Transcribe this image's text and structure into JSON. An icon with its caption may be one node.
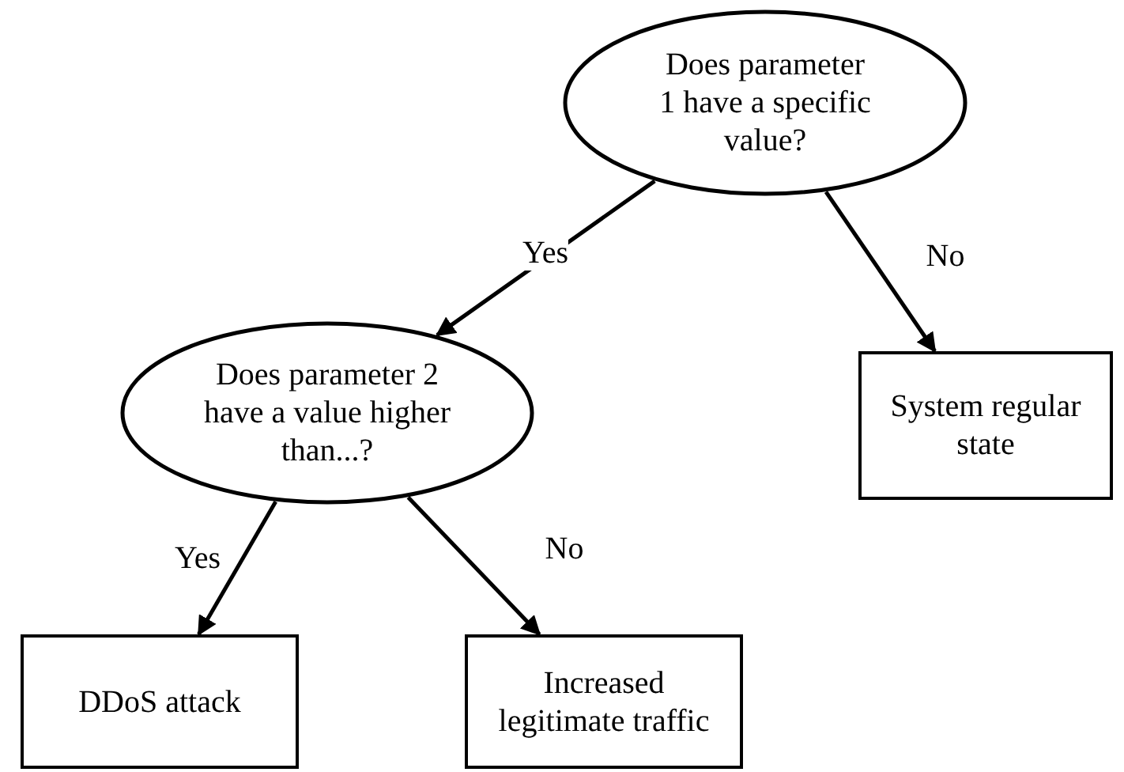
{
  "diagram": {
    "nodes": [
      {
        "text": [
          "Does parameter 1 have a specific value?"
        ]
      },
      {
        "text": [
          "Does parameter 2 have a value higher than...?"
        ]
      },
      {
        "text": [
          "System regular state"
        ]
      },
      {
        "text": [
          "DDoS attack"
        ]
      },
      {
        "text": [
          "Increased legitimate traffic"
        ]
      }
    ],
    "edges": [
      {
        "from": 0,
        "to": 1,
        "arrow": "to",
        "label": "Yes"
      },
      {
        "from": 0,
        "to": 2,
        "arrow": "to",
        "label": "No"
      },
      {
        "from": 1,
        "to": 3,
        "arrow": "to",
        "label": "Yes"
      },
      {
        "from": 1,
        "to": 4,
        "arrow": "to",
        "label": "No"
      }
    ]
  }
}
